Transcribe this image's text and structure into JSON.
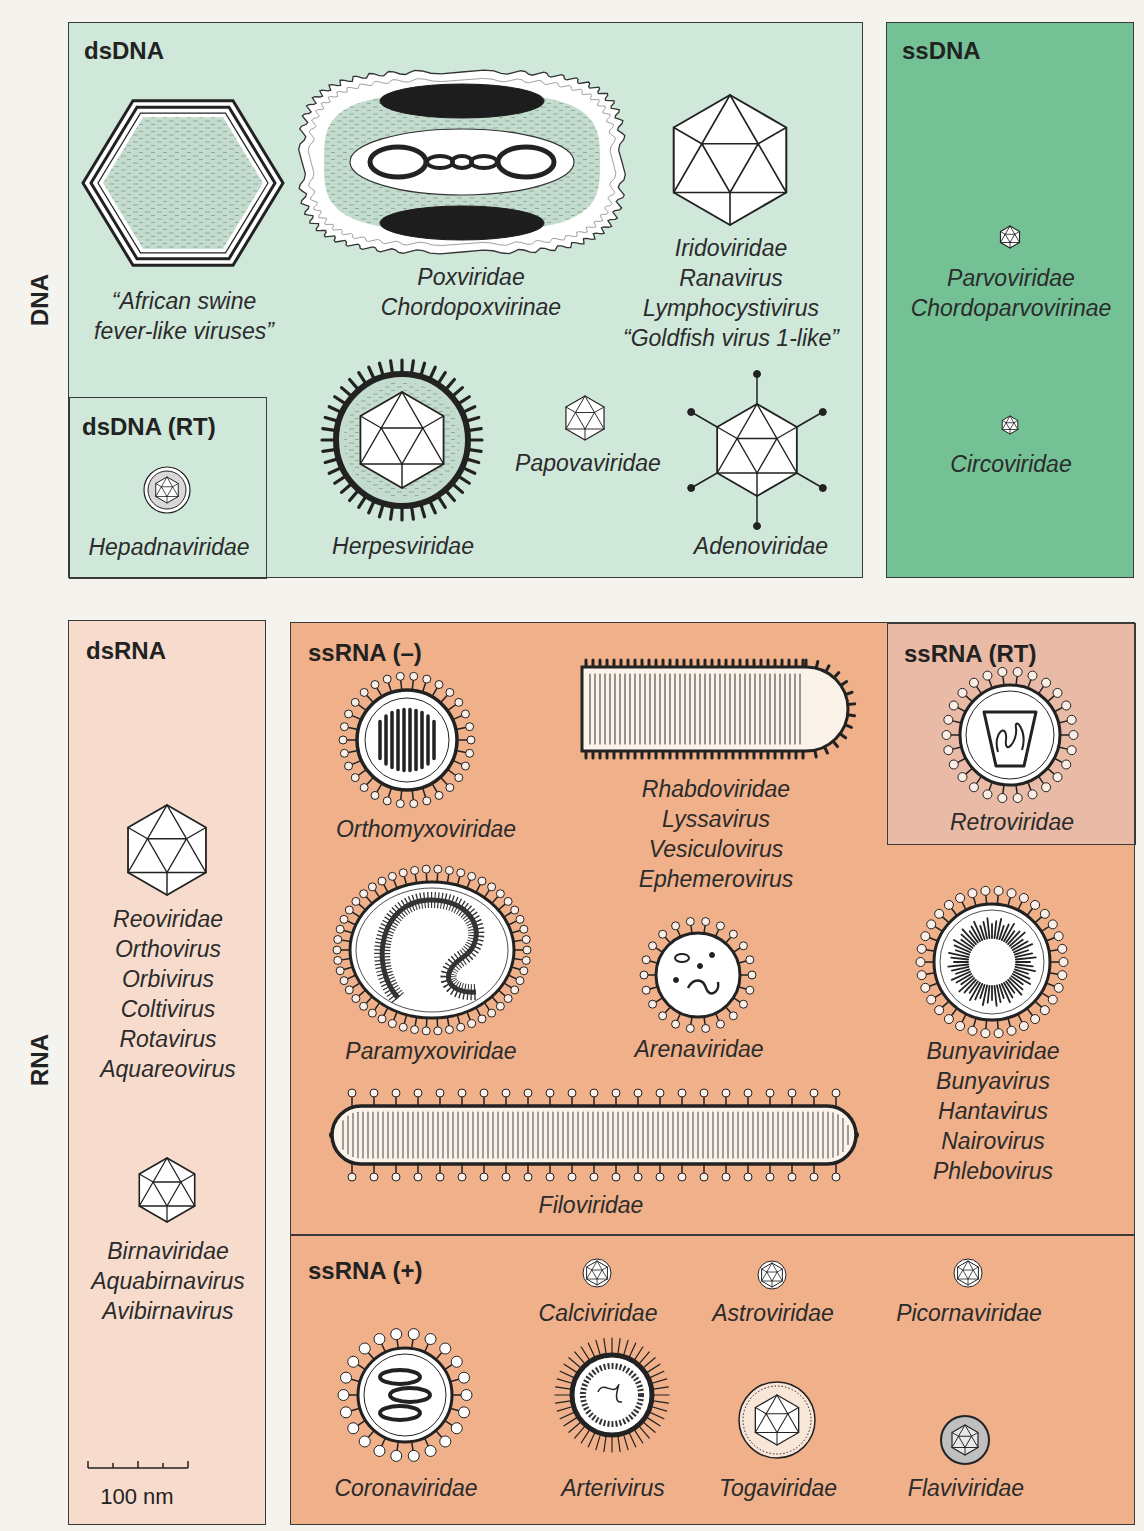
{
  "diagram": {
    "nodes": [
      {
        "text": [
          "dsDNA"
        ]
      },
      {
        "text": [
          "“African swine fever-like viruses”"
        ],
        "in": 0
      },
      {
        "text": [
          "Poxviridae",
          "Chordopoxvirinae"
        ],
        "in": 0
      },
      {
        "text": [
          "Iridoviridae",
          "Ranavirus",
          "Lymphocystivirus",
          "“Goldfish virus 1-like”"
        ],
        "in": 0
      },
      {
        "text": [
          "dsDNA (RT)"
        ],
        "in": 0
      },
      {
        "text": [
          "Hepadnaviridae"
        ],
        "in": 4
      },
      {
        "text": [
          "Herpesviridae"
        ],
        "in": 0
      },
      {
        "text": [
          "Papovaviridae"
        ],
        "in": 0
      },
      {
        "text": [
          "Adenoviridae"
        ],
        "in": 0
      },
      {
        "text": [
          "ssDNA"
        ]
      },
      {
        "text": [
          "Parvoviridae",
          "Chordoparvovirinae"
        ],
        "in": 9
      },
      {
        "text": [
          "Circoviridae"
        ],
        "in": 9
      },
      {
        "text": [
          "dsRNA"
        ]
      },
      {
        "text": [
          "Reoviridae",
          "Orthovirus",
          "Orbivirus",
          "Coltivirus",
          "Rotavirus",
          "Aquareovirus"
        ],
        "in": 12
      },
      {
        "text": [
          "Birnaviridae",
          "Aquabirnavirus",
          "Avibirnavirus"
        ],
        "in": 12
      },
      {
        "text": [
          "ssRNA (–)"
        ]
      },
      {
        "text": [
          "Orthomyxoviridae"
        ],
        "in": 15
      },
      {
        "text": [
          "Rhabdoviridae",
          "Lyssavirus",
          "Vesiculovirus",
          "Ephemerovirus"
        ],
        "in": 15
      },
      {
        "text": [
          "ssRNA (RT)"
        ],
        "in": 15
      },
      {
        "text": [
          "Retroviridae"
        ],
        "in": 18
      },
      {
        "text": [
          "Paramyxoviridae"
        ],
        "in": 15
      },
      {
        "text": [
          "Arenaviridae"
        ],
        "in": 15
      },
      {
        "text": [
          "Bunyaviridae",
          "Bunyavirus",
          "Hantavirus",
          "Nairovirus",
          "Phlebovirus"
        ],
        "in": 15
      },
      {
        "text": [
          "Filoviridae"
        ],
        "in": 15
      },
      {
        "text": [
          "ssRNA (+)"
        ]
      },
      {
        "text": [
          "Calciviridae"
        ],
        "in": 24
      },
      {
        "text": [
          "Astroviridae"
        ],
        "in": 24
      },
      {
        "text": [
          "Picornaviridae"
        ],
        "in": 24
      },
      {
        "text": [
          "Coronaviridae"
        ],
        "in": 24
      },
      {
        "text": [
          "Arterivirus"
        ],
        "in": 24
      },
      {
        "text": [
          "Togaviridae"
        ],
        "in": 24
      },
      {
        "text": [
          "Flaviviridae"
        ],
        "in": 24
      }
    ],
    "labels": [
      "DNA",
      "RNA",
      "100 nm"
    ]
  }
}
